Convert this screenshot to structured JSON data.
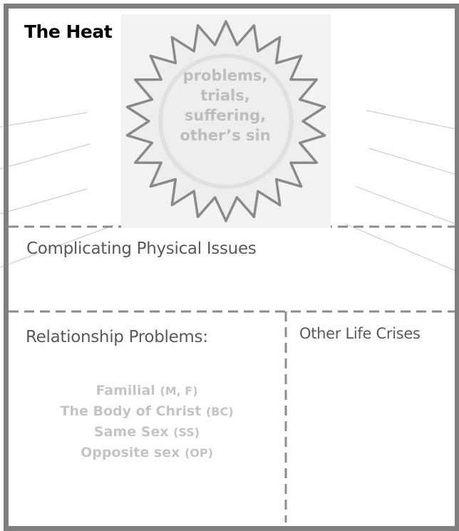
{
  "title": "The Heat",
  "sun": {
    "lines": [
      "problems,",
      "trials,",
      "suffering,",
      "other’s sin"
    ]
  },
  "sections": {
    "physical": "Complicating Physical Issues",
    "relationship": "Relationship Problems:",
    "other": "Other Life Crises"
  },
  "relationship_items": [
    {
      "label": "Familial",
      "abbr": "(M, F)"
    },
    {
      "label": "The Body of Christ",
      "abbr": "(BC)"
    },
    {
      "label": "Same Sex",
      "abbr": "(SS)"
    },
    {
      "label": "Opposite sex",
      "abbr": "(OP)"
    }
  ],
  "colors": {
    "border": "#7f7f7f",
    "dashed": "#8c8c8c",
    "muted_text": "#c4c4c4",
    "label_text": "#595959"
  },
  "icons": [
    "sun-icon"
  ]
}
